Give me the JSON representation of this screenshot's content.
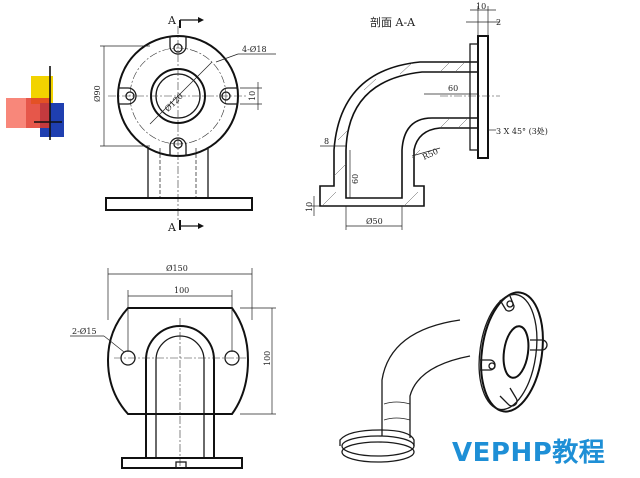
{
  "annotations": {
    "section_label_top": "A",
    "section_label_bottom": "A",
    "section_title": "剖面 A-A",
    "holes_4": "4-Ø18",
    "dia_90": "Ø90",
    "dia_120": "Ø120",
    "dim_10_right": "10",
    "dim_10_top": "10",
    "dim_2": "2",
    "dim_60_h": "60",
    "chamfer": "3  X 45°  (3处)",
    "r50": "R50",
    "dim_8": "8",
    "dim_60_v": "60",
    "dim_10_bottom": "10",
    "dia_50": "Ø50",
    "dia_150": "Ø150",
    "dim_100_h": "100",
    "holes_2": "2-Ø15",
    "dim_100_v": "100"
  },
  "watermark": {
    "text": "VEPHP教程",
    "color": "#1e8fd6"
  },
  "logo": {
    "colors": [
      "#f2d300",
      "#e23a2a",
      "#1f3fb0"
    ]
  }
}
